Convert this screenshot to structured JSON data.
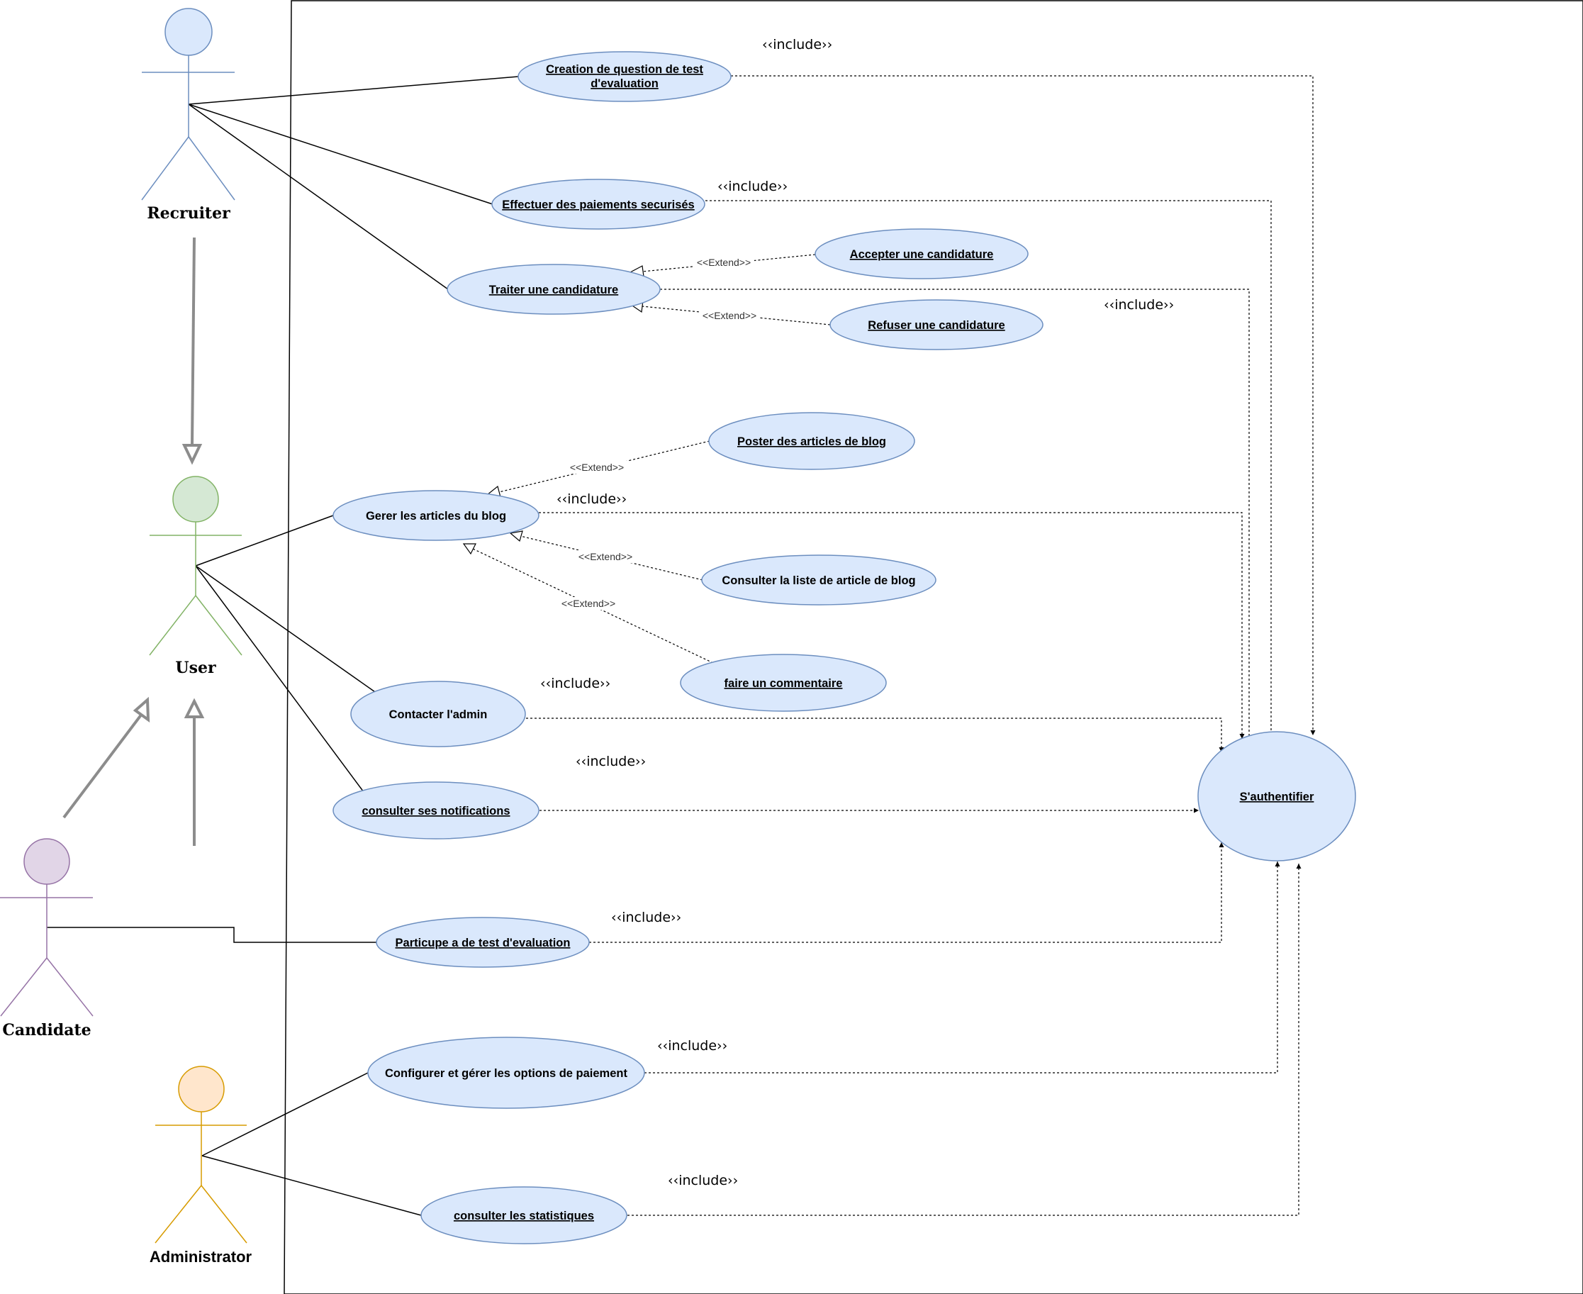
{
  "colors": {
    "usecase_fill": "#dae8fc",
    "usecase_stroke": "#6c8ebf",
    "recruiter": "#6c8ebf",
    "user": "#82b366",
    "candidate": "#9673a6",
    "administrator": "#d79b00",
    "generalization": "#8c8c8c"
  },
  "actors": {
    "recruiter": "Recruiter",
    "user": "User",
    "candidate": "Candidate",
    "administrator": "Administrator"
  },
  "usecases": {
    "creation_question_line1": "Creation de question de test",
    "creation_question_line2": "d'evaluation",
    "effectuer_paiements": "Effectuer des paiements securisés",
    "traiter_candidature": "Traiter une candidature",
    "accepter_candidature": "Accepter une candidature",
    "refuser_candidature": "Refuser une candidature",
    "poster_articles": "Poster des articles de blog",
    "gerer_articles": "Gerer les articles du blog",
    "consulter_liste": "Consulter la liste de article de blog",
    "faire_commentaire": "faire un commentaire",
    "contacter_admin": "Contacter l'admin",
    "consulter_notifications": "consulter ses notifications",
    "authentifier": "S'authentifier",
    "participe_test": "Particupe a de test d'evaluation",
    "configurer_paiement": "Configurer et gérer les options de paiement",
    "consulter_statistiques": "consulter les statistiques"
  },
  "stereotypes": {
    "include": "‹‹include››",
    "extend": "<<Extend>>"
  }
}
